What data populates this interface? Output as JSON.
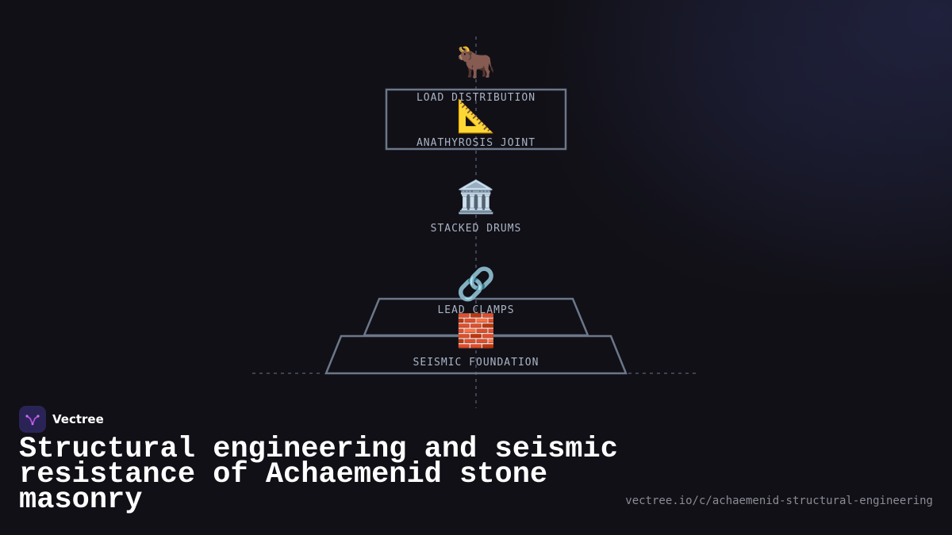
{
  "diagram": {
    "stages": [
      {
        "icon": "bull-icon",
        "glyph": "🐂",
        "label": "LOAD DISTRIBUTION"
      },
      {
        "icon": "triangular-ruler-icon",
        "glyph": "📐",
        "label": "ANATHYROSIS JOINT"
      },
      {
        "icon": "classical-building-icon",
        "glyph": "🏛️",
        "label": "STACKED DRUMS"
      },
      {
        "icon": "link-icon",
        "glyph": "🔗",
        "label": "LEAD CLAMPS"
      },
      {
        "icon": "brick-icon",
        "glyph": "🧱",
        "label": "SEISMIC FOUNDATION"
      }
    ]
  },
  "brand": {
    "name": "Vectree",
    "logo_icon": "vectree-logo-icon"
  },
  "title": "Structural engineering and seismic resistance of Achaemenid stone masonry",
  "url": "vectree.io/c/achaemenid-structural-engineering",
  "colors": {
    "background": "#111016",
    "outline": "#6b778a",
    "label": "#a9b4c6",
    "logo_bg": "#2a2456",
    "logo_accent": "#b04fd8"
  }
}
